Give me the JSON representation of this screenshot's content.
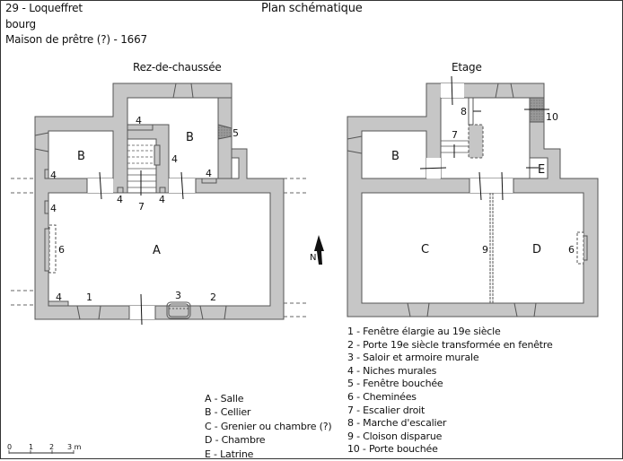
{
  "header": {
    "location": "29 - Loqueffret",
    "place": "bourg",
    "building": "Maison de prêtre (?) - 1667",
    "title": "Plan schématique"
  },
  "plans": {
    "ground": {
      "title": "Rez-de-chaussée",
      "rooms": [
        "A",
        "B",
        "B"
      ],
      "markers": [
        "1",
        "2",
        "3",
        "4",
        "4",
        "4",
        "4",
        "4",
        "4",
        "4",
        "5",
        "6",
        "7"
      ]
    },
    "upper": {
      "title": "Etage",
      "rooms": [
        "B",
        "C",
        "D",
        "E"
      ],
      "markers": [
        "6",
        "7",
        "8",
        "9",
        "10"
      ]
    }
  },
  "north": {
    "label": "N"
  },
  "scale": {
    "ticks": [
      "0",
      "1",
      "2",
      "3 m"
    ]
  },
  "room_legend": [
    "A - Salle",
    "B - Cellier",
    "C - Grenier ou chambre (?)",
    "D - Chambre",
    "E - Latrine"
  ],
  "feature_legend": [
    "1 - Fenêtre élargie au 19e siècle",
    "2 - Porte 19e siècle transformée en fenêtre",
    "3 - Saloir et armoire murale",
    "4 - Niches murales",
    "5 - Fenêtre bouchée",
    "6 - Cheminées",
    "7 - Escalier droit",
    "8 - Marche d'escalier",
    "9 - Cloison disparue",
    "10 - Porte bouchée"
  ],
  "colors": {
    "wall": "#c6c6c6",
    "wall_stroke": "#555555",
    "blocked": "#8a8a8a"
  }
}
